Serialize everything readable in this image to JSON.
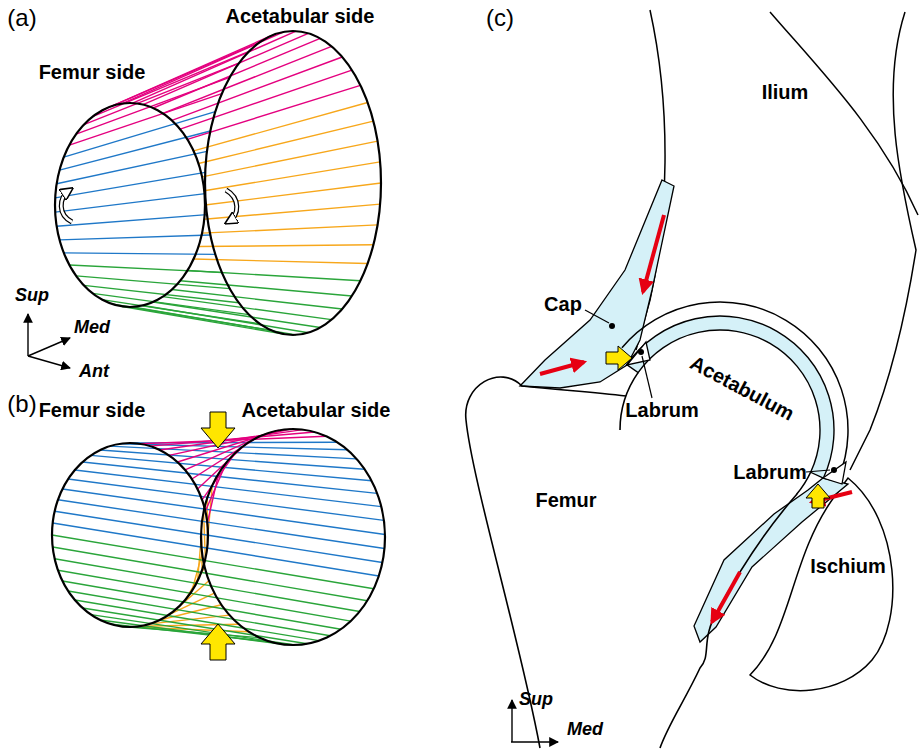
{
  "diagram": {
    "labels": [
      "(a)",
      "Femur side",
      "Acetabular side",
      "Sup",
      "Med",
      "Ant",
      "(b)",
      "Femur side",
      "Acetabular side",
      "(c)",
      "Ilium",
      "Acetabulum",
      "Cap",
      "Labrum",
      "Labrum",
      "Femur",
      "Ischium",
      "Sup",
      "Med"
    ]
  }
}
